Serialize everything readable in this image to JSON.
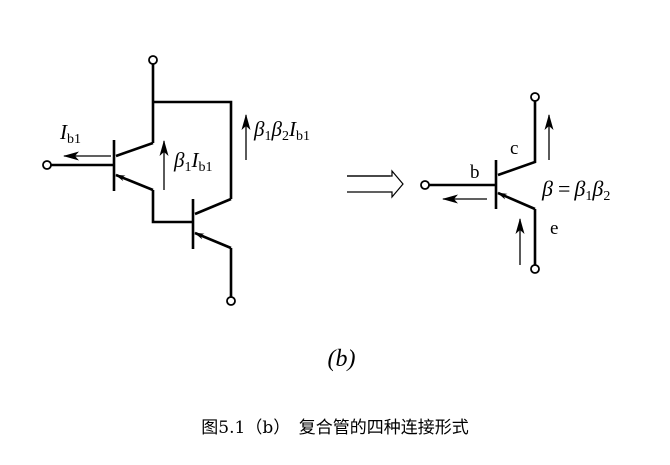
{
  "figure": {
    "sublabel": "(b)",
    "caption": "图5.1（b）　复合管的四种连接形式",
    "equivalent_symbol": "⟹"
  },
  "left_circuit": {
    "labels": {
      "input_current": {
        "main": "I",
        "sub": "b1"
      },
      "q1_current": {
        "beta": "β",
        "beta_sub": "1",
        "I": "I",
        "I_sub": "b1"
      },
      "total_current": {
        "b1": "β",
        "b1_sub": "1",
        "b2": "β",
        "b2_sub": "2",
        "I": "I",
        "I_sub": "b1"
      }
    }
  },
  "right_circuit": {
    "labels": {
      "base": "b",
      "collector": "c",
      "emitter": "e",
      "equation": {
        "lhs": "β",
        "eq": "=",
        "r1": "β",
        "r1_sub": "1",
        "r2": "β",
        "r2_sub": "2"
      }
    }
  }
}
